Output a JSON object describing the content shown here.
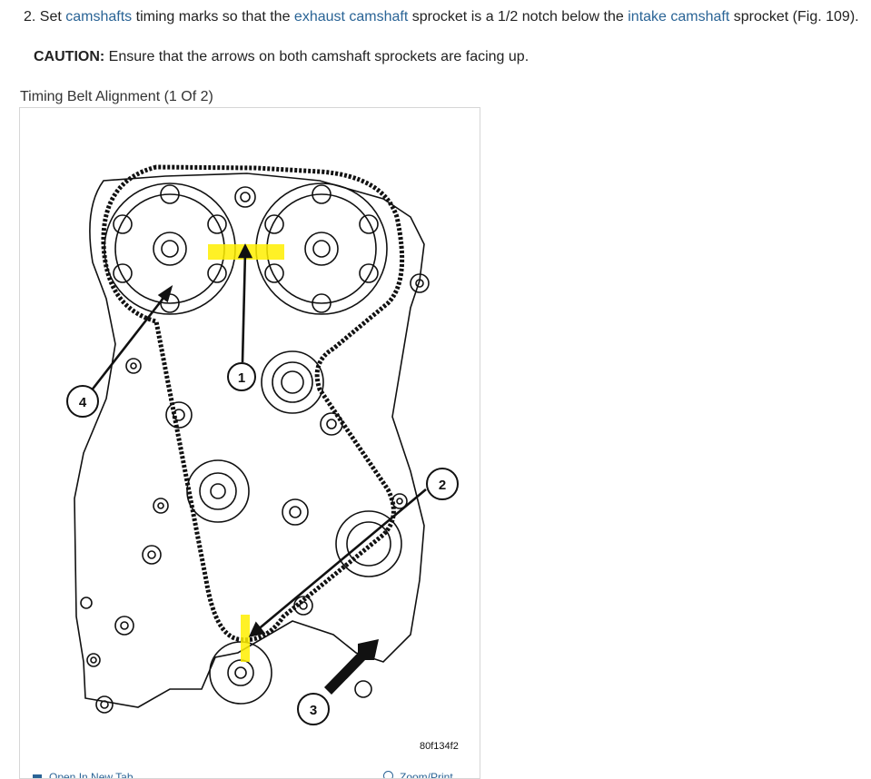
{
  "step": {
    "number": "2.",
    "text_a": "Set ",
    "link_camshafts": "camshafts",
    "text_b": " timing marks so that the ",
    "link_exhaust": "exhaust camshaft",
    "text_c": " sprocket is a 1/2 notch below the ",
    "link_intake": "intake camshaft",
    "text_d": " sprocket (Fig. 109)."
  },
  "caution": {
    "label": "CAUTION:",
    "text": " Ensure that the arrows on both camshaft sprockets are facing up."
  },
  "figure": {
    "title": "Timing Belt Alignment (1 Of 2)",
    "code": "80f134f2",
    "callouts": [
      "1",
      "2",
      "3",
      "4"
    ],
    "bottom_left_label": "Open In New Tab",
    "bottom_right_label": "Zoom/Print"
  },
  "colors": {
    "link": "#2a6496",
    "highlight": "#ffee00"
  }
}
